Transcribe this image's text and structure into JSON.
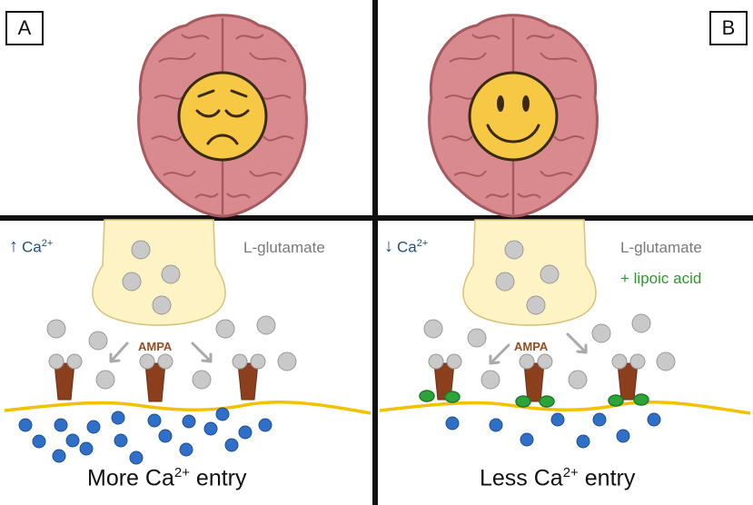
{
  "panels": {
    "a": {
      "label": "A",
      "ca_text": "Ca",
      "ca_sup": "2+",
      "glutamate": "L-glutamate",
      "ampa": "AMPA",
      "entry_prefix": "More Ca",
      "entry_sup": "2+",
      "entry_suffix": " entry",
      "mood": "sad"
    },
    "b": {
      "label": "B",
      "ca_text": "Ca",
      "ca_sup": "2+",
      "glutamate": "L-glutamate",
      "lipoic": "+ lipoic acid",
      "ampa": "AMPA",
      "entry_prefix": "Less Ca",
      "entry_sup": "2+",
      "entry_suffix": " entry",
      "mood": "happy"
    }
  },
  "icons": {
    "a_ca_arrow": "up-arrow-icon",
    "b_ca_arrow": "down-arrow-icon"
  },
  "colors": {
    "brain": "#d98a8e",
    "brain_outline": "#a65a5e",
    "face": "#f7c843",
    "vesicle": "#fdf3c4",
    "glutamate": "#c9c9c9",
    "receptor": "#8b3f1c",
    "membrane": "#f2c200",
    "calcium": "#2f6fc7",
    "lipoic": "#2ca43a",
    "divider": "#111111"
  }
}
